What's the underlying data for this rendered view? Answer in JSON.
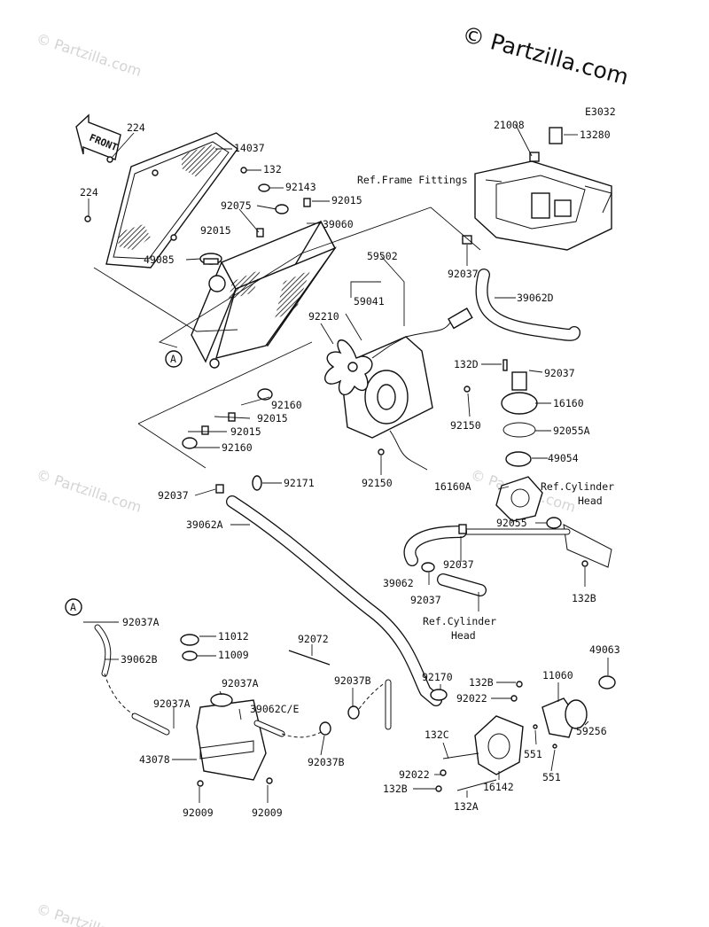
{
  "watermarks": [
    "© Partzilla.com",
    "© Partzilla.com",
    "© Partzilla.com",
    "© Partzilla.com"
  ],
  "brand": "© Partzilla.com",
  "diagram_code": "E3032",
  "front_label": "FRONT",
  "callout_a": "A",
  "labels": {
    "p224_top": "224",
    "p224_left": "224",
    "p14037": "14037",
    "p132": "132",
    "p92143": "92143",
    "p92075": "92075",
    "p92015_a": "92015",
    "p92015_b": "92015",
    "p39060": "39060",
    "p49085": "49085",
    "p21008": "21008",
    "p13280": "13280",
    "ref_frame": "Ref.Frame Fittings",
    "p92037_a": "92037",
    "p59502": "59502",
    "p59041": "59041",
    "p92210": "92210",
    "p39062D": "39062D",
    "p132D": "132D",
    "p92037_b": "92037",
    "p16160": "16160",
    "p92150_a": "92150",
    "p92055A": "92055A",
    "p49054": "49054",
    "p92160_a": "92160",
    "p92015_c": "92015",
    "p92015_d": "92015",
    "p92160_b": "92160",
    "p92150_b": "92150",
    "p92171": "92171",
    "p92037_c": "92037",
    "p16160A": "16160A",
    "ref_cyl_1": "Ref.Cylinder",
    "ref_cyl_1b": "Head",
    "p39062A": "39062A",
    "p92055": "92055",
    "p92037_d": "92037",
    "p39062": "39062",
    "p92037_e": "92037",
    "p132B_a": "132B",
    "ref_cyl_2": "Ref.Cylinder",
    "ref_cyl_2b": "Head",
    "p92037A_a": "92037A",
    "p11012": "11012",
    "p92072": "92072",
    "p39062B": "39062B",
    "p11009": "11009",
    "p92037A_b": "92037A",
    "p92037B_a": "92037B",
    "p92170": "92170",
    "p132B_b": "132B",
    "p11060": "11060",
    "p49063": "49063",
    "p92037A_c": "92037A",
    "p39062CE": "39062C/E",
    "p92022_a": "92022",
    "p59256": "59256",
    "p132C": "132C",
    "p551_a": "551",
    "p43078": "43078",
    "p92037B_b": "92037B",
    "p92022_b": "92022",
    "p16142": "16142",
    "p551_b": "551",
    "p132B_c": "132B",
    "p132A": "132A",
    "p92009_a": "92009",
    "p92009_b": "92009"
  }
}
